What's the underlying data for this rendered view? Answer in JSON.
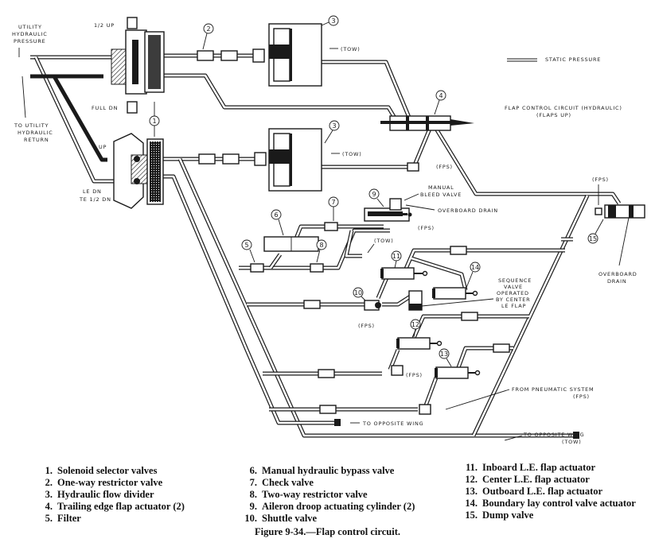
{
  "figure": {
    "caption": "Figure 9-34.—Flap control circuit.",
    "title": "FLAP CONTROL CIRCUIT (HYDRAULIC)",
    "subtitle": "(FLAPS UP)",
    "static_pressure_key": "STATIC PRESSURE"
  },
  "labels": {
    "utility_pressure": [
      "UTILITY",
      "HYDRAULIC",
      "PRESSURE"
    ],
    "utility_return": [
      "TO UTILITY",
      "HYDRAULIC",
      "RETURN"
    ],
    "half_up": "1/2 UP",
    "full_dn": "FULL DN",
    "up": "UP",
    "le_dn": "LE DN",
    "te_half_dn": "TE 1/2 DN",
    "tow_top": "(TOW)",
    "tow_mid": "(TOW)",
    "tow_center": "(TOW)",
    "fps_act4": "(FPS)",
    "fps_9": "(FPS)",
    "fps_15": "(FPS)",
    "fps_10": "(FPS)",
    "fps_12": "(FPS)",
    "manual_bleed": [
      "MANUAL",
      "BLEED VALVE"
    ],
    "overboard_drain_9": "OVERBOARD DRAIN",
    "overboard_drain_15": [
      "OVERBOARD",
      "DRAIN"
    ],
    "sequence_valve": [
      "SEQUENCE",
      "VALVE",
      "OPERATED",
      "BY CENTER",
      "LE FLAP"
    ],
    "from_pneumatic": [
      "FROM PNEUMATIC SYSTEM",
      "(FPS)"
    ],
    "to_opposite_wing_1": "TO OPPOSITE WING",
    "to_opposite_wing_2": [
      "TO OPPOSITE WING",
      "(TOW)"
    ]
  },
  "callouts": [
    "1",
    "2",
    "3",
    "3",
    "4",
    "5",
    "6",
    "7",
    "8",
    "9",
    "10",
    "11",
    "12",
    "13",
    "14",
    "15"
  ],
  "legend": {
    "col1": [
      {
        "n": "1.",
        "text": "Solenoid selector valves"
      },
      {
        "n": "2.",
        "text": "One-way restrictor valve"
      },
      {
        "n": "3.",
        "text": "Hydraulic flow divider"
      },
      {
        "n": "4.",
        "text": "Trailing edge flap actuator (2)"
      },
      {
        "n": "5.",
        "text": "Filter"
      }
    ],
    "col2": [
      {
        "n": "6.",
        "text": "Manual hydraulic bypass valve"
      },
      {
        "n": "7.",
        "text": "Check valve"
      },
      {
        "n": "8.",
        "text": "Two-way restrictor valve"
      },
      {
        "n": "9.",
        "text": "Aileron droop actuating cylinder (2)"
      },
      {
        "n": "10.",
        "text": "Shuttle valve"
      }
    ],
    "col3": [
      {
        "n": "11.",
        "text": "Inboard L.E. flap actuator"
      },
      {
        "n": "12.",
        "text": "Center L.E. flap actuator"
      },
      {
        "n": "13.",
        "text": "Outboard L.E. flap actuator"
      },
      {
        "n": "14.",
        "text": "Boundary lay control valve actuator"
      },
      {
        "n": "15.",
        "text": "Dump valve"
      }
    ]
  }
}
